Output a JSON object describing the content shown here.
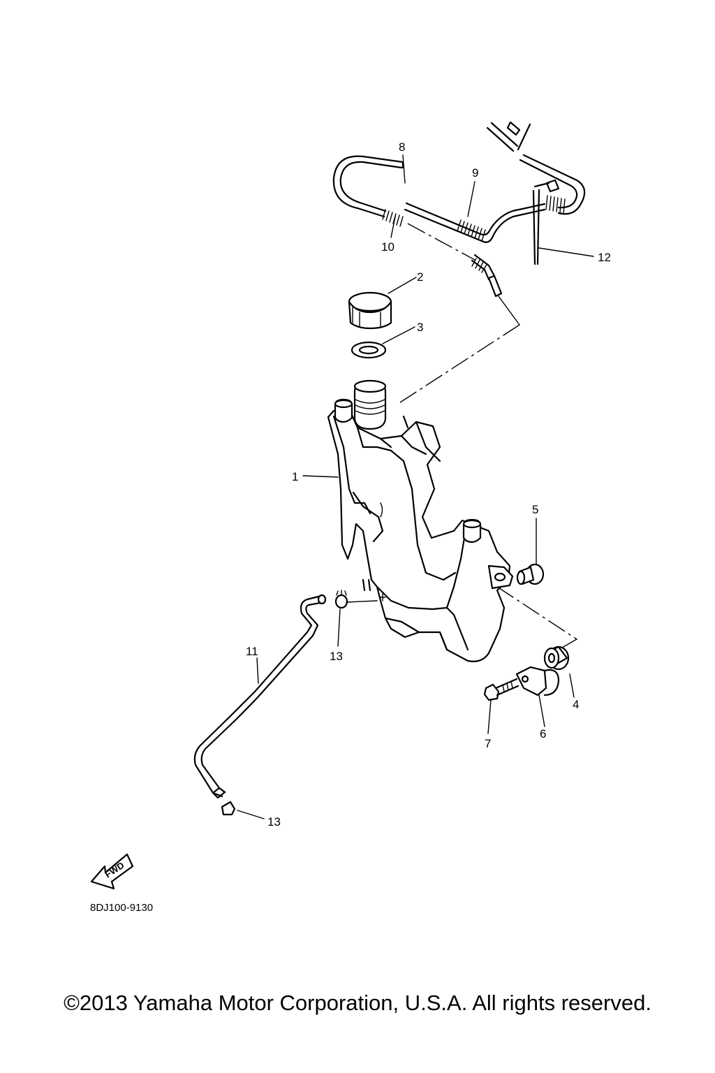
{
  "diagram": {
    "callouts": [
      "1",
      "2",
      "3",
      "4",
      "5",
      "6",
      "7",
      "8",
      "9",
      "10",
      "11",
      "12",
      "13",
      "13"
    ],
    "fwd_label": "FWD",
    "part_code": "8DJ100-9130"
  },
  "footer": {
    "copyright": "©2013 Yamaha Motor Corporation, U.S.A. All rights reserved."
  }
}
